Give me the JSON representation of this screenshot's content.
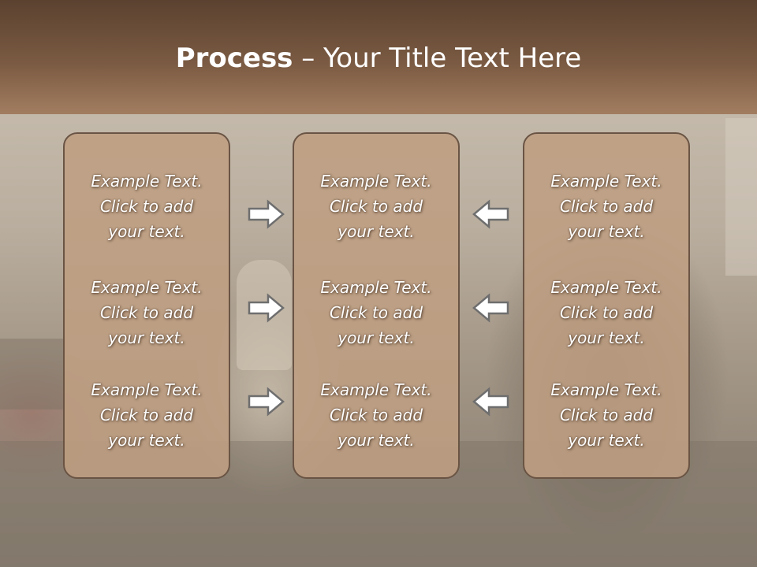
{
  "title": {
    "bold": "Process",
    "rest": " – Your Title Text Here"
  },
  "columns": [
    {
      "items": [
        {
          "line1": "Example Text.",
          "line2": "Click  to add",
          "line3": "your text."
        },
        {
          "line1": "Example Text.",
          "line2": "Click  to add",
          "line3": "your text."
        },
        {
          "line1": "Example Text.",
          "line2": "Click  to add",
          "line3": "your text."
        }
      ]
    },
    {
      "items": [
        {
          "line1": "Example Text.",
          "line2": "Click  to add",
          "line3": "your text."
        },
        {
          "line1": "Example Text.",
          "line2": "Click  to add",
          "line3": "your text."
        },
        {
          "line1": "Example Text.",
          "line2": "Click  to add",
          "line3": "your text."
        }
      ]
    },
    {
      "items": [
        {
          "line1": "Example Text.",
          "line2": "Click  to add",
          "line3": "your text."
        },
        {
          "line1": "Example Text.",
          "line2": "Click  to add",
          "line3": "your text."
        },
        {
          "line1": "Example Text.",
          "line2": "Click  to add",
          "line3": "your text."
        }
      ]
    }
  ],
  "arrows": {
    "left_group": "right-arrow-icon",
    "right_group": "left-arrow-icon"
  },
  "colors": {
    "title_bar": "#7a5a42",
    "box_fill": "#be9e82",
    "box_border": "#6a5444",
    "text": "#ffffff"
  }
}
